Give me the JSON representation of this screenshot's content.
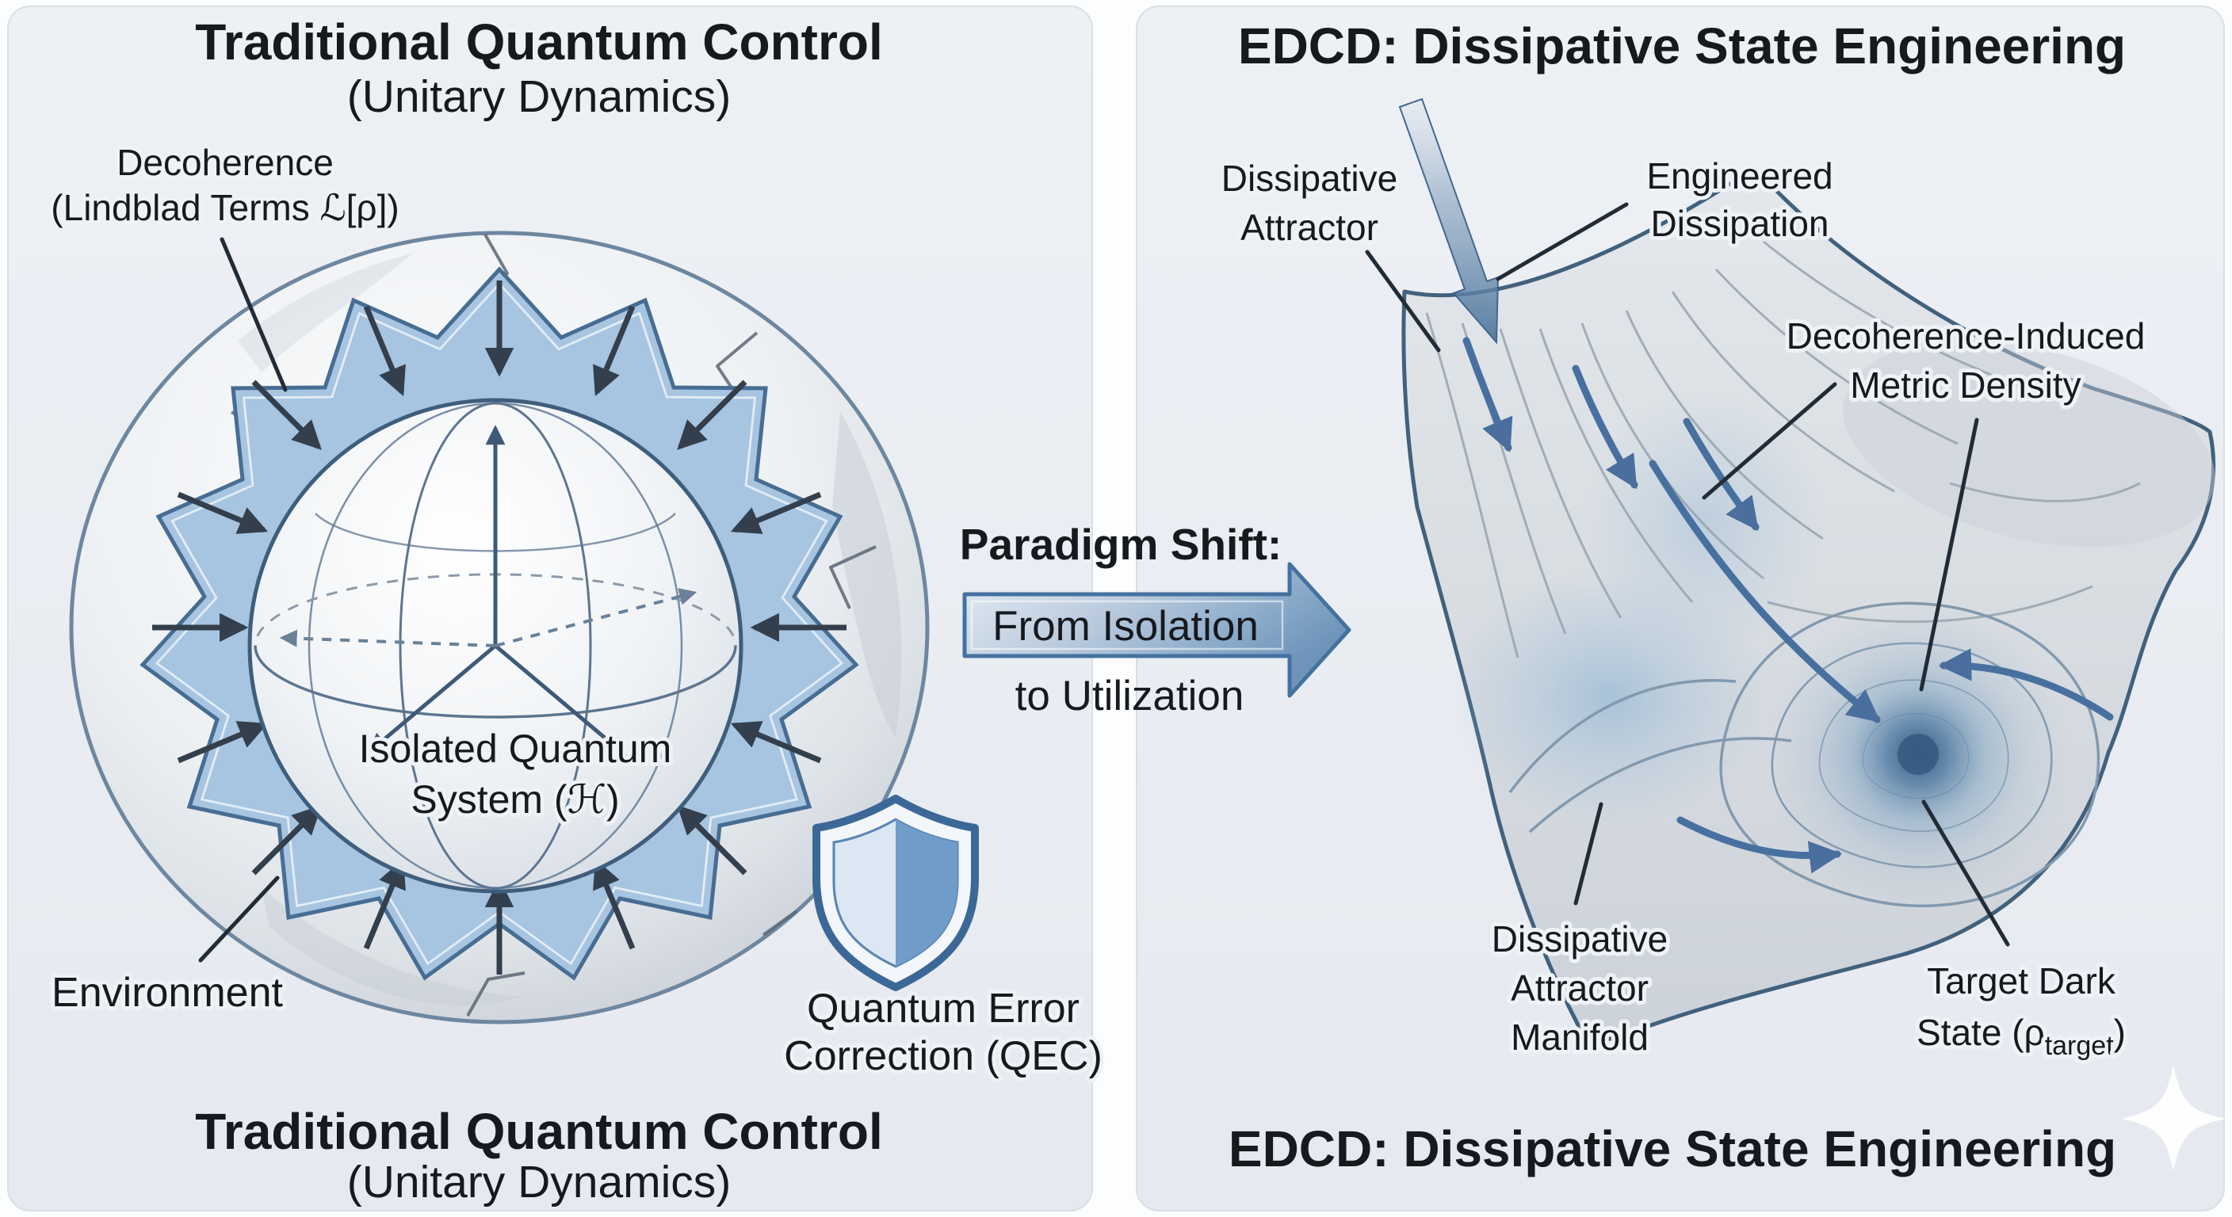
{
  "colors": {
    "canvas-bg": "#fcfdfe",
    "panel-bg": "#eaeef3",
    "panel-border": "#d9dee5",
    "ink": "#16191d",
    "leader": "#222c36",
    "steel-dark": "#3c6490",
    "steel-mid": "#6f96bd",
    "steel-light": "#aac6e0",
    "ring-blue": "#a7c4e0",
    "arrow-dark": "#333f4c",
    "manifold-edge": "#41617d",
    "contour": "#8299ad",
    "glow-blue": "#4f7dac"
  },
  "left": {
    "title": "Traditional Quantum Control",
    "subtitle": "(Unitary Dynamics)",
    "decoherence_label_line1": "Decoherence",
    "decoherence_label_line2": "(Lindblad Terms ℒ[ρ])",
    "core_label_line1": "Isolated Quantum",
    "core_label_line2": "System (ℋ)",
    "environment_label": "Environment",
    "qec_label_line1": "Quantum Error",
    "qec_label_line2": "Correction (QEC)",
    "footer_title": "Traditional Quantum Control",
    "footer_subtitle": "(Unitary Dynamics)"
  },
  "transition": {
    "heading": "Paradigm Shift:",
    "arrow_label": "From Isolation",
    "arrow_label_below": "to Utilization"
  },
  "right": {
    "title": "EDCD: Dissipative State Engineering",
    "dissipative_attractor_line1": "Dissipative",
    "dissipative_attractor_line2": "Attractor",
    "engineered_line1": "Engineered",
    "engineered_line2": "Dissipation",
    "metric_line1": "Decoherence-Induced",
    "metric_line2": "Metric Density",
    "manifold_line1": "Dissipative",
    "manifold_line2": "Attractor",
    "manifold_line3": "Manifold",
    "target_line1": "Target Dark",
    "target_line2_pre": "State (ρ",
    "target_line2_sub": "target",
    "target_line2_post": ")",
    "footer_title": "EDCD: Dissipative State Engineering"
  }
}
